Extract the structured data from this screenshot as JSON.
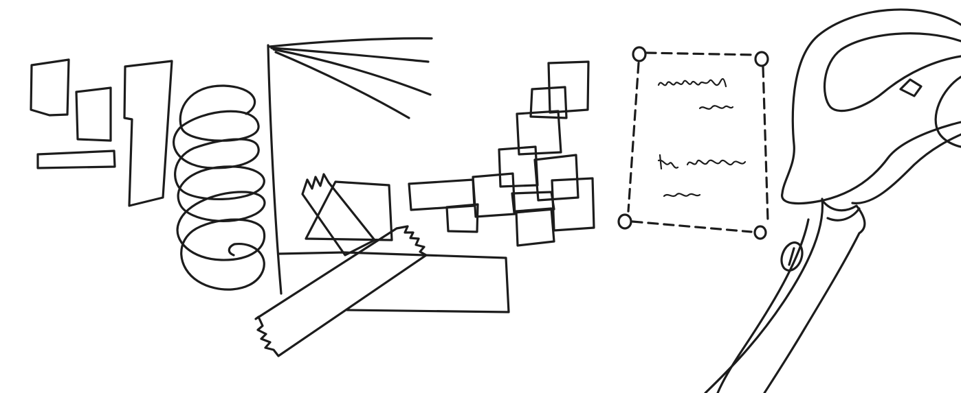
{
  "colors": {
    "ink": "#1c1c1c",
    "paper": "#ffffff"
  },
  "illustration": {
    "elements": [
      "scattered-rectangles",
      "coil-spring",
      "axis-with-radiating-lines",
      "crossed-tape-strips",
      "stepped-square-stack",
      "dashed-selection-box-with-scribbles",
      "scissors"
    ]
  }
}
